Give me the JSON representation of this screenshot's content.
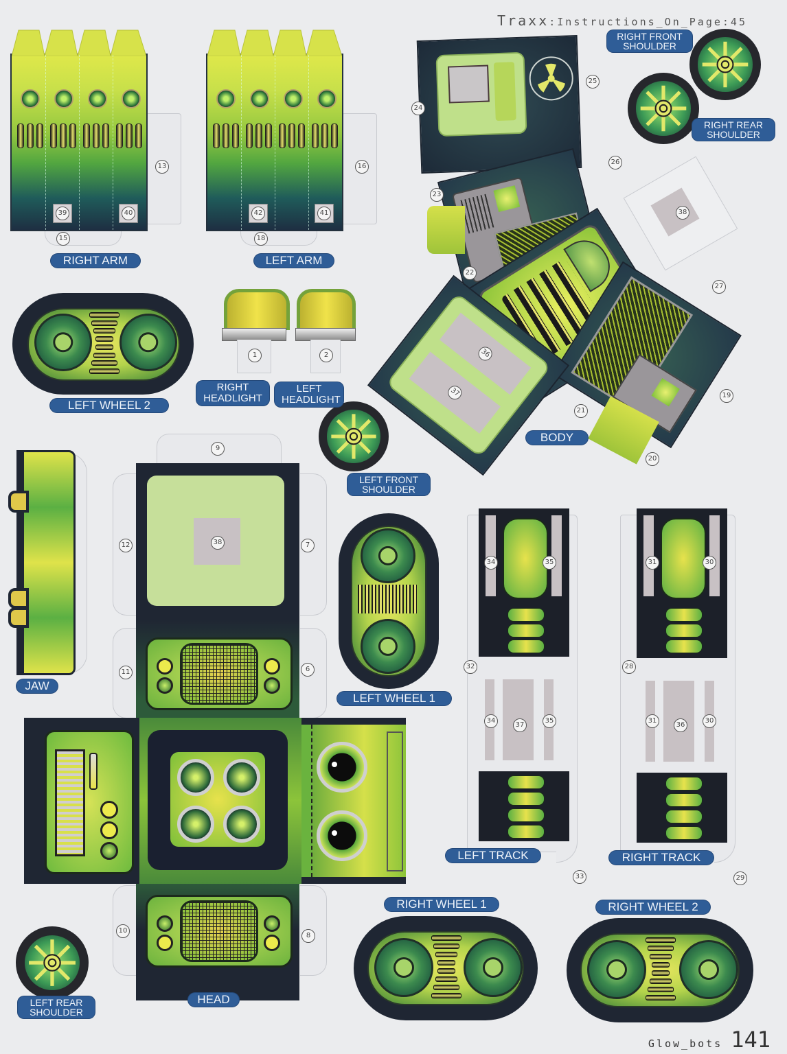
{
  "header": {
    "title": "Traxx",
    "separator": ":",
    "subtitle": "Instructions_On_Page:45"
  },
  "footer": {
    "brand": "Glow_bots",
    "page_number": "141"
  },
  "colors": {
    "label_bg": "#2f5d97",
    "label_text": "#eef3fa",
    "paper": "#ebecee",
    "dark_panel": "#1f2633",
    "glow_green": "#8fcf4a",
    "glow_yellow": "#e7e24c"
  },
  "parts": {
    "right_arm": {
      "label": "RIGHT ARM",
      "tabs": [
        "13",
        "15"
      ],
      "squares": [
        "39",
        "40"
      ]
    },
    "left_arm": {
      "label": "LEFT ARM",
      "tabs": [
        "16",
        "18"
      ],
      "squares": [
        "42",
        "41"
      ]
    },
    "left_wheel_2": {
      "label": "LEFT WHEEL 2"
    },
    "right_headlight": {
      "label_line1": "RIGHT",
      "label_line2": "HEADLIGHT",
      "tab": "1"
    },
    "left_headlight": {
      "label_line1": "LEFT",
      "label_line2": "HEADLIGHT",
      "tab": "2"
    },
    "left_front_shoulder": {
      "label_line1": "LEFT FRONT",
      "label_line2": "SHOULDER"
    },
    "right_front_shoulder": {
      "label_line1": "RIGHT FRONT",
      "label_line2": "SHOULDER"
    },
    "right_rear_shoulder": {
      "label_line1": "RIGHT REAR",
      "label_line2": "SHOULDER"
    },
    "left_rear_shoulder": {
      "label_line1": "LEFT REAR",
      "label_line2": "SHOULDER"
    },
    "body": {
      "label": "BODY",
      "tabs": [
        "24",
        "25",
        "26",
        "23",
        "22",
        "27",
        "38",
        "19",
        "21",
        "20"
      ],
      "squares": [
        "36",
        "37"
      ]
    },
    "jaw": {
      "label": "JAW"
    },
    "head": {
      "label": "HEAD",
      "tabs": [
        "9",
        "12",
        "7",
        "11",
        "6",
        "10",
        "8"
      ],
      "square": "38"
    },
    "left_wheel_1": {
      "label": "LEFT WHEEL 1"
    },
    "left_track": {
      "label": "LEFT TRACK",
      "tabs": [
        "32",
        "33"
      ],
      "marks_top": [
        "34",
        "35"
      ],
      "marks_mid": [
        "34",
        "37",
        "35"
      ]
    },
    "right_track": {
      "label": "RIGHT TRACK",
      "tabs": [
        "28",
        "29"
      ],
      "marks_top": [
        "31",
        "30"
      ],
      "marks_mid": [
        "31",
        "36",
        "30"
      ]
    },
    "right_wheel_1": {
      "label": "RIGHT WHEEL 1"
    },
    "right_wheel_2": {
      "label": "RIGHT WHEEL 2"
    }
  }
}
